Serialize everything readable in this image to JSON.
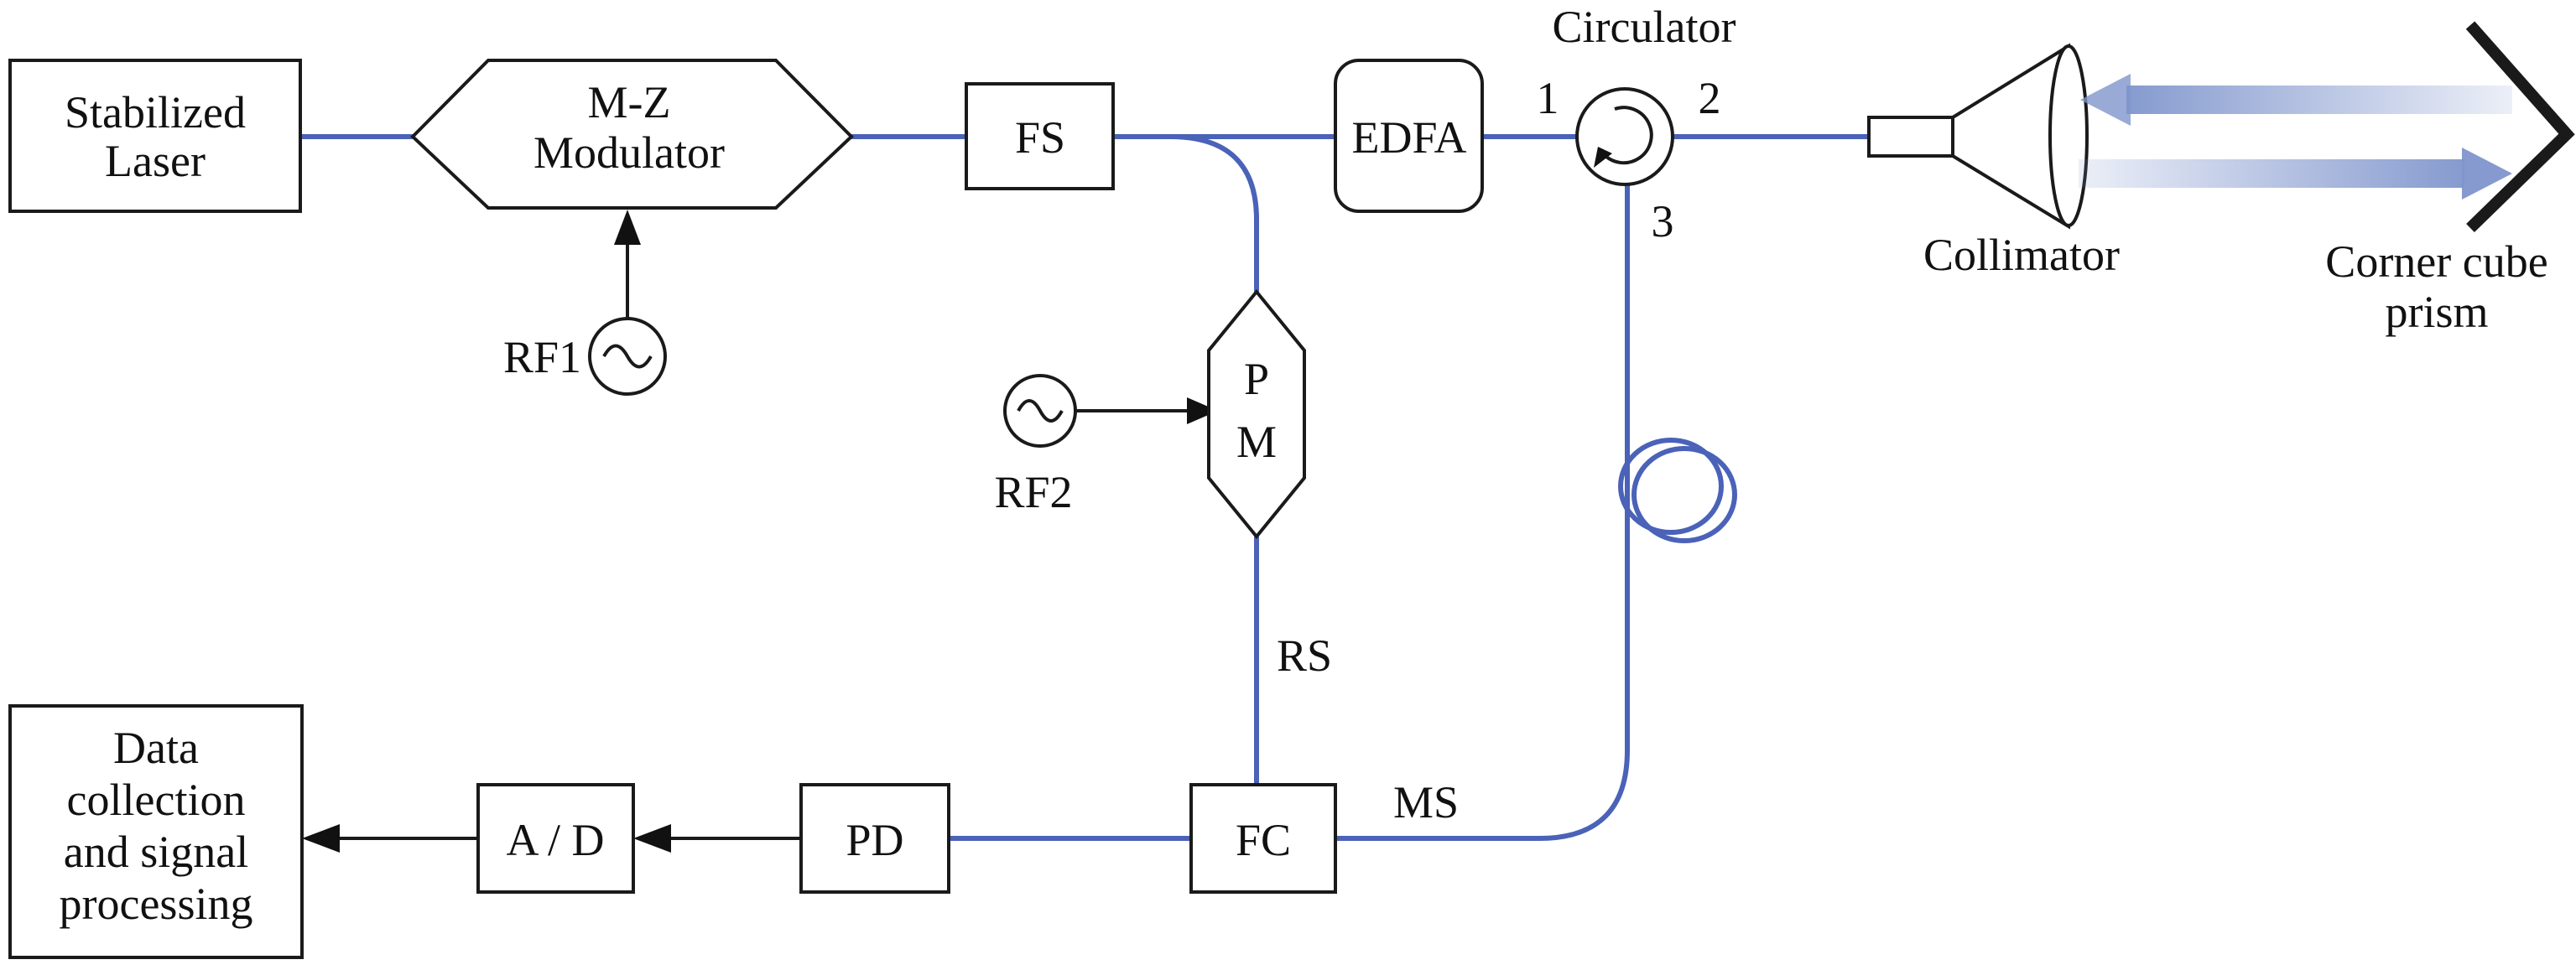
{
  "diagram": {
    "stabilized_laser": [
      "Stabilized",
      "Laser"
    ],
    "mz_modulator": [
      "M-Z",
      "Modulator"
    ],
    "fs": "FS",
    "edfa": "EDFA",
    "circulator": "Circulator",
    "port1": "1",
    "port2": "2",
    "port3": "3",
    "collimator": "Collimator",
    "corner_cube": [
      "Corner cube",
      "prism"
    ],
    "rf1": "RF1",
    "rf2": "RF2",
    "pm": [
      "P",
      "M"
    ],
    "rs": "RS",
    "ms": "MS",
    "fc": "FC",
    "pd": "PD",
    "ad": "A / D",
    "data_collection": [
      "Data",
      "collection",
      "and signal",
      "processing"
    ]
  },
  "colors": {
    "fiber": "#4a62b8",
    "beam": "#7f95cc",
    "outline": "#1a1a1a"
  }
}
